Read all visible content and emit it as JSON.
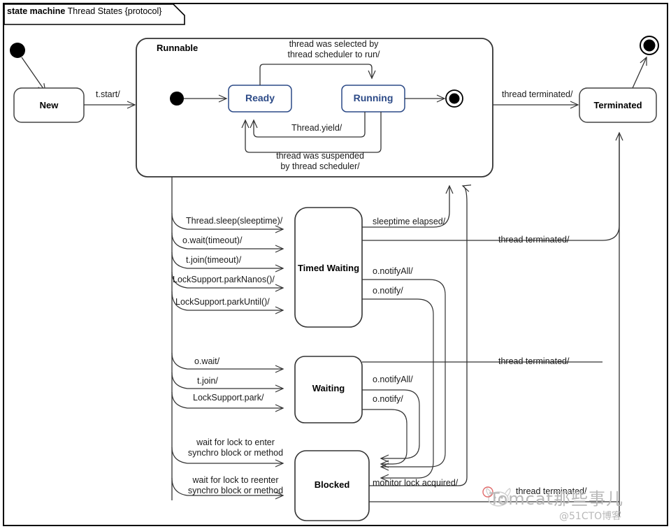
{
  "diagram": {
    "kind_keyword": "state machine",
    "title": "Thread States {protocol}",
    "tab_label_full": "state machine Thread States {protocol}"
  },
  "states": {
    "new": {
      "label": "New"
    },
    "runnable": {
      "label": "Runnable"
    },
    "ready": {
      "label": "Ready",
      "color": "#2c4a87"
    },
    "running": {
      "label": "Running",
      "color": "#2c4a87"
    },
    "terminated": {
      "label": "Terminated"
    },
    "timed_waiting": {
      "label": "Timed Waiting"
    },
    "waiting": {
      "label": "Waiting"
    },
    "blocked": {
      "label": "Blocked"
    }
  },
  "pseudostates": {
    "initial_outer": "initial-state",
    "initial_runnable": "initial-state",
    "final_runnable": "final-state",
    "final_outer": "final-state"
  },
  "transitions": {
    "start": "t.start/",
    "selected_by_scheduler": {
      "line1": "thread was selected by",
      "line2": "thread scheduler to run/"
    },
    "yield": "Thread.yield/",
    "suspended": {
      "line1": "thread was suspended",
      "line2": "by thread scheduler/"
    },
    "thread_terminated_top": "thread terminated/",
    "to_timed_waiting": [
      "Thread.sleep(sleeptime)/",
      "o.wait(timeout)/",
      "t.join(timeout)/",
      "LockSupport.parkNanos()/",
      "LockSupport.parkUntil()/"
    ],
    "from_timed_waiting": [
      "sleeptime elapsed/",
      "o.notifyAll/",
      "o.notify/"
    ],
    "timed_waiting_terminated": "thread terminated/",
    "to_waiting": [
      "o.wait/",
      "t.join/",
      "LockSupport.park/"
    ],
    "from_waiting": [
      "o.notifyAll/",
      "o.notify/"
    ],
    "waiting_terminated": "thread terminated/",
    "to_blocked": [
      {
        "line1": "wait for lock to enter",
        "line2": "synchro block or method"
      },
      {
        "line1": "wait for lock to reenter",
        "line2": "synchro block or method"
      }
    ],
    "from_blocked": "monitor lock acquired/",
    "blocked_terminated": "thread terminated/"
  },
  "watermark": {
    "main": "Tomcat那些事儿",
    "sub": "@51CTO博客"
  }
}
